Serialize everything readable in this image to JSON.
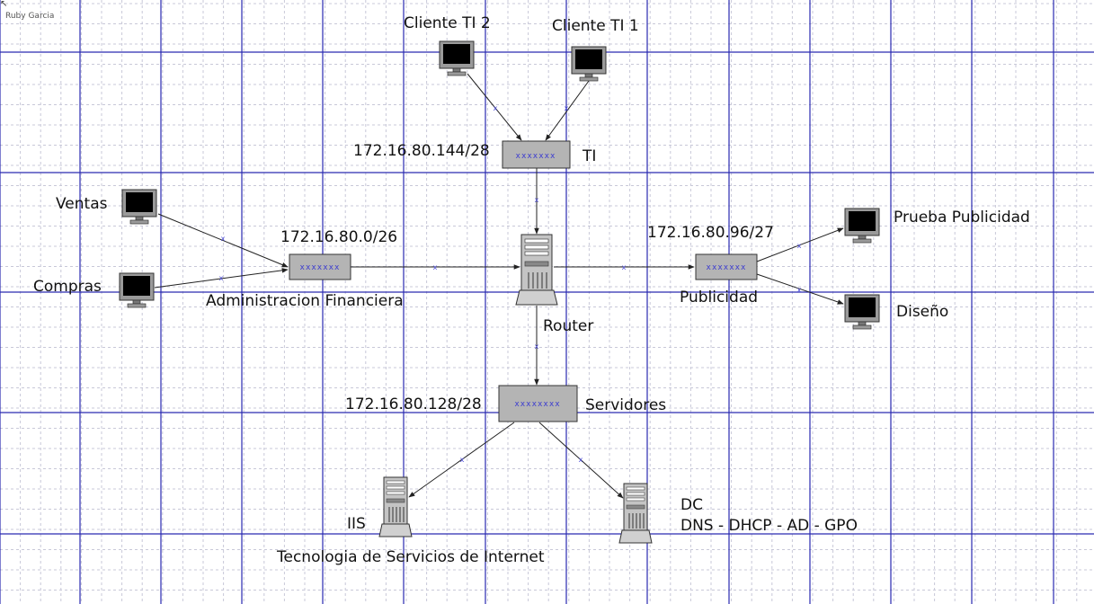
{
  "author": "Ruby Garcia",
  "devices": {
    "cliente_ti_2": "Cliente TI 2",
    "cliente_ti_1": "Cliente TI 1",
    "ventas": "Ventas",
    "compras": "Compras",
    "prueba_publicidad": "Prueba Publicidad",
    "diseno": "Diseño",
    "router": "Router",
    "iis": "IIS",
    "iis_desc": "Tecnologia de Servicios de Internet",
    "dc": "DC",
    "dc_desc": "DNS - DHCP - AD - GPO"
  },
  "switches": {
    "ti": {
      "name": "TI",
      "subnet": "172.16.80.144/28"
    },
    "admin": {
      "name": "Administracion Financiera",
      "subnet": "172.16.80.0/26"
    },
    "publicidad": {
      "name": "Publicidad",
      "subnet": "172.16.80.96/27"
    },
    "servidores": {
      "name": "Servidores",
      "subnet": "172.16.80.128/28"
    }
  },
  "colors": {
    "grid_major": "#2a2ab0",
    "grid_minor": "#c8c8d8",
    "switch_fill": "#b4b4b4",
    "port_marks": "#3a3ad0",
    "link": "#222222"
  }
}
